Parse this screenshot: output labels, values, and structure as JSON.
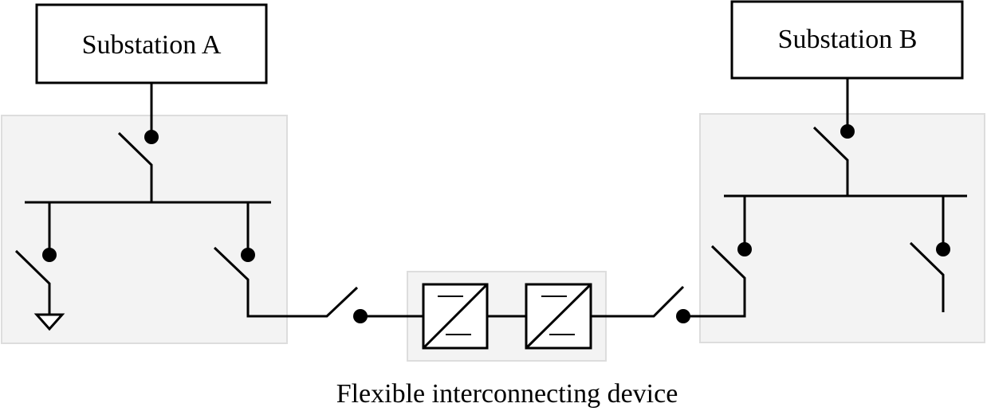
{
  "diagram": {
    "substation_a": {
      "label": "Substation A"
    },
    "substation_b": {
      "label": "Substation B"
    },
    "device": {
      "label": "Flexible interconnecting device",
      "converter_count": 2
    },
    "colors": {
      "line": "#000000",
      "panel_fill": "#f3f3f3",
      "panel_border": "#dddddd",
      "box_fill": "#ffffff"
    }
  }
}
